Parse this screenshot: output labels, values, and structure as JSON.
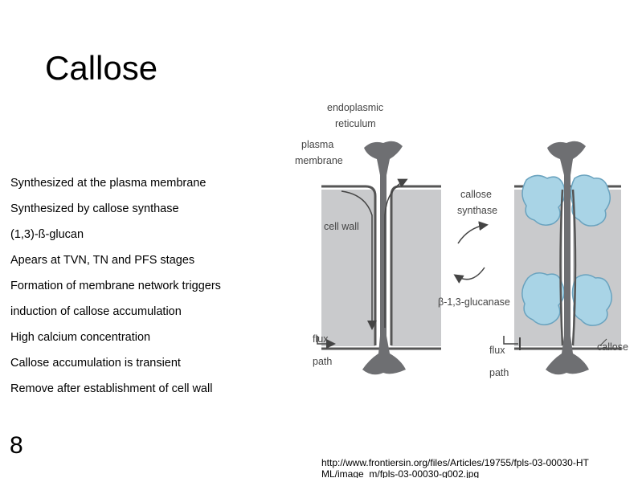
{
  "title": "Callose",
  "bullets": [
    "Synthesized at the plasma membrane",
    "Synthesized by callose synthase",
    "(1,3)-ß-glucan",
    "Apears at TVN, TN and PFS stages",
    "Formation of membrane network triggers",
    "induction of callose accumulation",
    "High calcium concentration",
    "Callose accumulation is transient",
    "Remove after establishment of cell wall"
  ],
  "slide_number": "8",
  "source_url": "http://www.frontiersin.org/files/Articles/19755/fpls-03-00030-HTML/image_m/fpls-03-00030-g002.jpg",
  "diagram": {
    "labels": {
      "er_line1": "endoplasmic",
      "er_line2": "reticulum",
      "pm_line1": "plasma",
      "pm_line2": "membrane",
      "cell_wall": "cell wall",
      "cs_line1": "callose",
      "cs_line2": "synthase",
      "glucanase": "β-1,3-glucanase",
      "flux_left_line1": "flux",
      "flux_left_line2": "path",
      "flux_right_line1": "flux",
      "flux_right_line2": "path",
      "callose": "callose"
    },
    "colors": {
      "cell_wall": "#c9cacc",
      "membrane": "#555555",
      "er": "#6e6f72",
      "callose": "#a9d4e6",
      "callose_stroke": "#6aa3bf",
      "label": "#444444"
    }
  }
}
